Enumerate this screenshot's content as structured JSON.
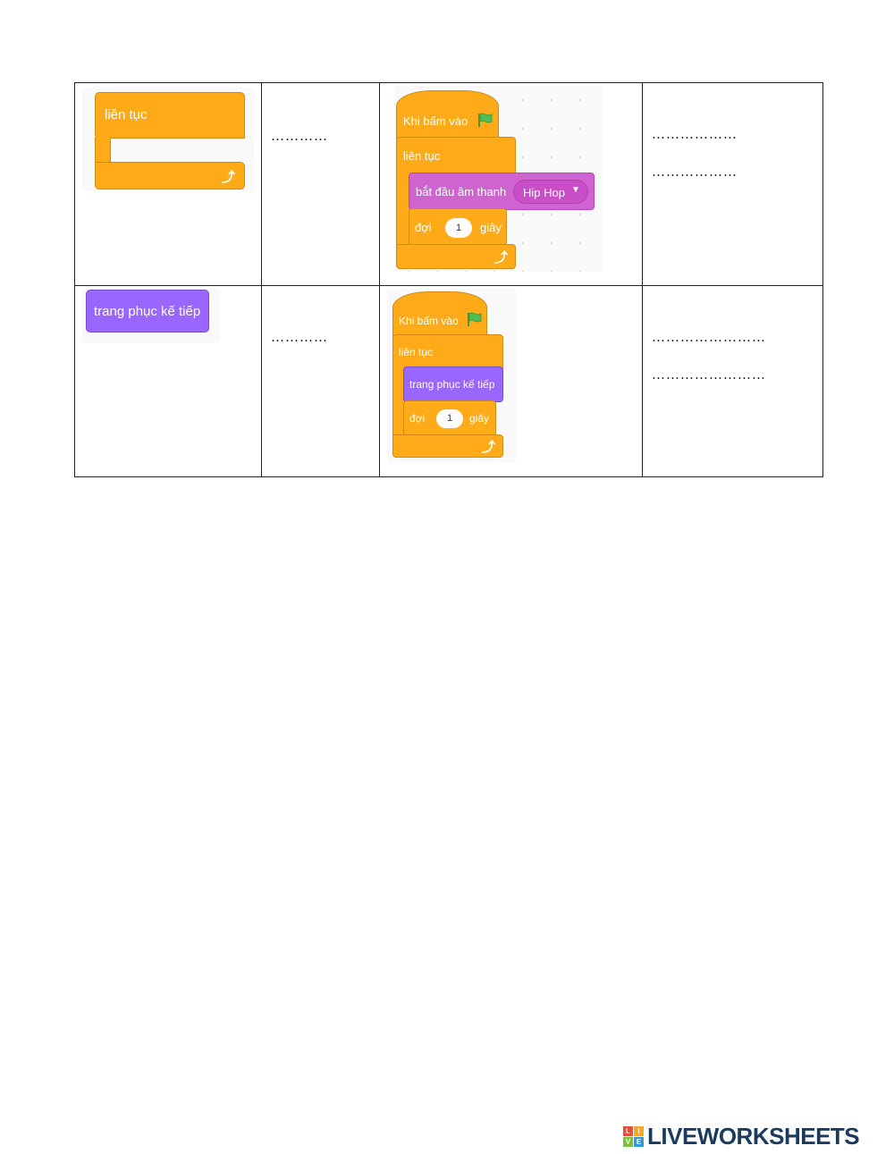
{
  "row1": {
    "block_label": "liên tục",
    "answer_short": "…………",
    "script": {
      "hat_label": "Khi bấm vào",
      "loop_label": "liên tục",
      "sound_label": "bắt đầu âm thanh",
      "sound_value": "Hip Hop",
      "wait_label": "đợi",
      "wait_value": "1",
      "wait_unit": "giây"
    },
    "answer_long_1": "………………",
    "answer_long_2": "………………"
  },
  "row2": {
    "block_label": "trang phục kế tiếp",
    "answer_short": "…………",
    "script": {
      "hat_label": "Khi bấm vào",
      "loop_label": "liên tục",
      "costume_label": "trang phục kế tiếp",
      "wait_label": "đợi",
      "wait_value": "1",
      "wait_unit": "giây"
    },
    "answer_long_1": "……………………",
    "answer_long_2": "……………………"
  },
  "logo": {
    "tile_letters": [
      "L",
      "I",
      "V",
      "E"
    ],
    "text": "LIVEWORKSHEETS",
    "colors": [
      "#e94b3c",
      "#f5a623",
      "#7ac143",
      "#2a9fd8"
    ]
  },
  "colors": {
    "control": "#ffab19",
    "looks": "#9966ff",
    "sound": "#cf63cf",
    "flag": "#4cbf56"
  }
}
